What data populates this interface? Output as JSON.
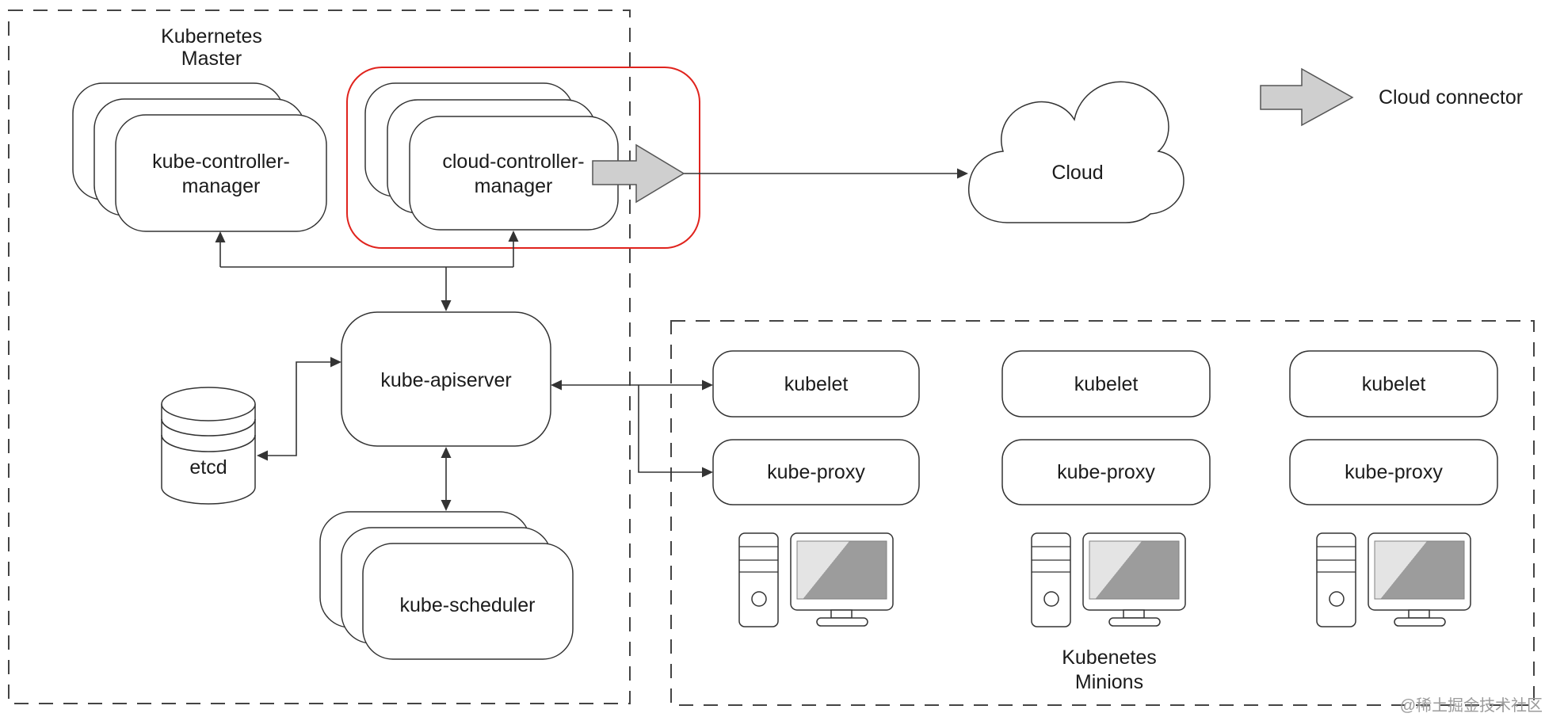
{
  "master": {
    "label_line1": "Kubernetes",
    "label_line2": "Master",
    "kube_controller_manager": {
      "line1": "kube-controller-",
      "line2": "manager"
    },
    "cloud_controller_manager": {
      "line1": "cloud-controller-",
      "line2": "manager"
    },
    "kube_apiserver": "kube-apiserver",
    "etcd": "etcd",
    "kube_scheduler": "kube-scheduler"
  },
  "cloud": {
    "label": "Cloud"
  },
  "legend": {
    "cloud_connector": "Cloud connector"
  },
  "minions": {
    "label_line1": "Kubenetes",
    "label_line2": "Minions",
    "columns": [
      {
        "kubelet": "kubelet",
        "kube_proxy": "kube-proxy"
      },
      {
        "kubelet": "kubelet",
        "kube_proxy": "kube-proxy"
      },
      {
        "kubelet": "kubelet",
        "kube_proxy": "kube-proxy"
      }
    ]
  },
  "watermark": "@稀土掘金技术社区",
  "colors": {
    "highlight_red": "#e0231d",
    "connector_arrow_fill": "#cfcfcf",
    "line": "#333333",
    "screen_dark": "#9c9c9c",
    "screen_light": "#e4e4e4",
    "watermark_gray": "#9b9b9b"
  }
}
